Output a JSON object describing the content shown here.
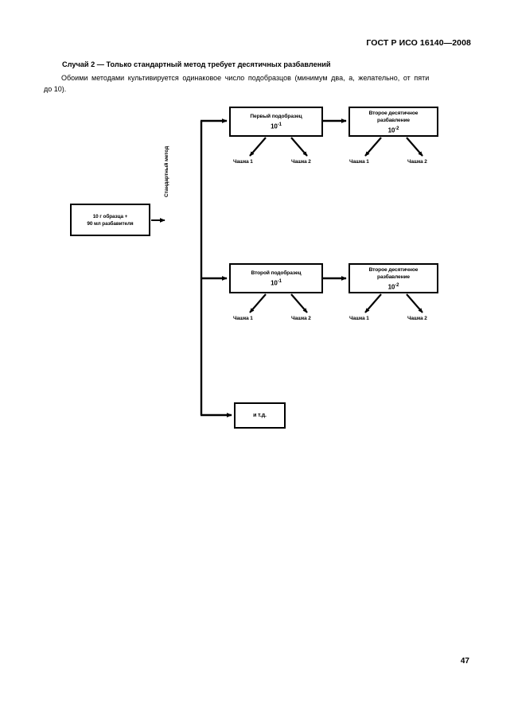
{
  "document": {
    "header": "ГОСТ Р ИСО 16140—2008",
    "page_number": "47"
  },
  "content": {
    "case_title": "Случай 2 — Только стандартный метод требует десятичных разбавлений",
    "paragraph_line1": "Обоими методами культивируется   одинаковое число подобразцов   (минимум два, а, желательно, от пяти",
    "paragraph_line2": "до 10)."
  },
  "flowchart": {
    "sample_box": {
      "line1": "10 г образца +",
      "line2": "90 мл разбавителя"
    },
    "branch_label": "Стандартный метод",
    "rows": [
      {
        "subsample": {
          "title": "Первый подобразец",
          "dilution_base": "10",
          "dilution_exp": "-1"
        },
        "dilution": {
          "title_line1": "Второе десятичное",
          "title_line2": "разбавление",
          "dilution_base": "10",
          "dilution_exp": "-2"
        },
        "dishes": [
          "Чашка 1",
          "Чашка 2",
          "Чашка 1",
          "Чашка 2"
        ]
      },
      {
        "subsample": {
          "title": "Второй подобразец",
          "dilution_base": "10",
          "dilution_exp": "-1"
        },
        "dilution": {
          "title_line1": "Второе десятичное",
          "title_line2": "разбавление",
          "dilution_base": "10",
          "dilution_exp": "-2"
        },
        "dishes": [
          "Чашка 1",
          "Чашка 2",
          "Чашка 1",
          "Чашка 2"
        ]
      }
    ],
    "etc_box": "и т.д."
  }
}
